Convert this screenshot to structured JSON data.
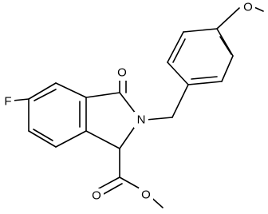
{
  "structure": {
    "atom_labels": {
      "fluorine": "F",
      "methoxy_oxygen": "O",
      "carbonyl_oxygen": "O",
      "ring_nitrogen": "N",
      "ester_carbonyl_oxygen": "O",
      "ester_ether_oxygen": "O"
    }
  }
}
